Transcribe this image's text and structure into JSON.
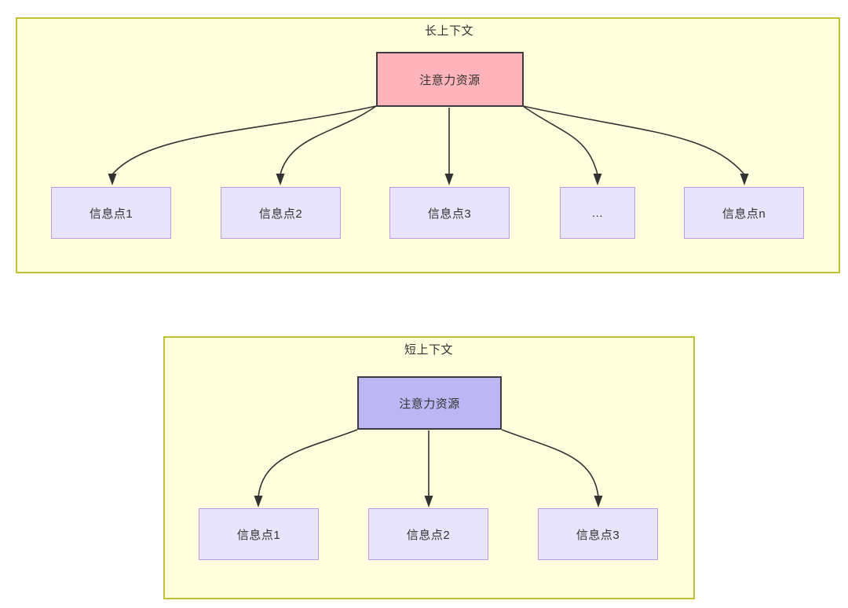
{
  "diagram": {
    "type": "attention-allocation-comparison",
    "background": "#ffffff",
    "colors": {
      "panel_fill": "#ffffdd",
      "panel_border": "#c0c033",
      "attention_long_fill": "#ffb3ba",
      "attention_short_fill": "#bcb6f5",
      "info_fill": "#e8e4fb",
      "info_border": "#b99ce5",
      "node_border_dark": "#3d3b40",
      "text": "#333333",
      "edge": "#333333"
    }
  },
  "panels": [
    {
      "id": "long-context",
      "title": "长上下文",
      "root": {
        "label": "注意力资源"
      },
      "children": [
        {
          "label": "信息点1"
        },
        {
          "label": "信息点2"
        },
        {
          "label": "信息点3"
        },
        {
          "label": "..."
        },
        {
          "label": "信息点n"
        }
      ]
    },
    {
      "id": "short-context",
      "title": "短上下文",
      "root": {
        "label": "注意力资源"
      },
      "children": [
        {
          "label": "信息点1"
        },
        {
          "label": "信息点2"
        },
        {
          "label": "信息点3"
        }
      ]
    }
  ]
}
